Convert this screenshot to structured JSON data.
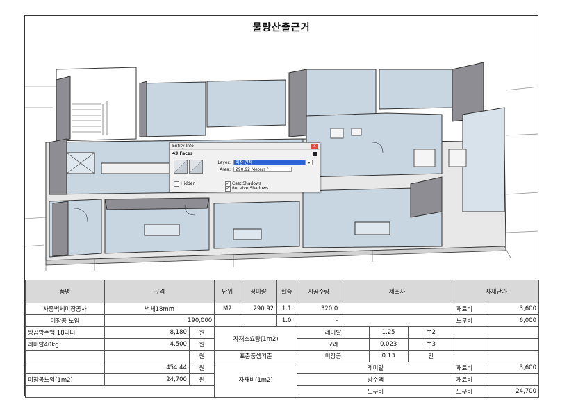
{
  "title": "물량산출근거",
  "entity_info": {
    "window_title": "Entity Info",
    "faces": "43 Faces",
    "layer_label": "Layer:",
    "layer_value": "미장 면적",
    "area_label": "Area:",
    "area_value": "290.92 Meters ²",
    "hidden_label": "Hidden",
    "cast_shadows": "Cast Shadows",
    "receive_shadows": "Receive Shadows",
    "close_glyph": "x"
  },
  "table": {
    "headers": {
      "name": "품명",
      "spec": "규격",
      "unit": "단위",
      "net_qty": "정미량",
      "markup": "할증",
      "work_qty": "시공수량",
      "maker": "제조사",
      "unit_price": "자재단가"
    },
    "rows": [
      {
        "name": "사중벽체미장공사",
        "spec": "벽체18mm",
        "unit": "M2",
        "net_qty": "290.92",
        "markup": "1.1",
        "work_qty": "320.0",
        "p_label": "재료비",
        "p_value": "3,600"
      },
      {
        "name": "미장공 노임",
        "spec_value": "190,000",
        "markup": "1.0",
        "work_qty": "-",
        "p_label": "노무비",
        "p_value": "6,000"
      },
      {
        "name": "쌍곰방수액 18리터",
        "spec_value": "8,180",
        "spec_unit": "원",
        "mat_a": "레미탈",
        "mat_b": "1.25",
        "mat_c": "m2"
      },
      {
        "name": "레미탈40kg",
        "spec_value": "4,500",
        "spec_unit": "원",
        "mat_a": "모래",
        "mat_b": "0.023",
        "mat_c": "m3"
      },
      {
        "spec_unit": "원",
        "mat_a": "미장공",
        "mat_b": "0.13",
        "mat_c": "인"
      },
      {
        "spec_value": "454.44",
        "spec_unit": "원",
        "wide": "레미탈",
        "p_label": "재료비",
        "p_value": "3,600"
      },
      {
        "name": "미장공노임(1m2)",
        "spec_value": "24,700",
        "spec_unit": "원",
        "wide": "방수액",
        "p_label": "재료비"
      },
      {
        "wide": "노무비",
        "p_label": "노무비",
        "p_value": "24,700"
      }
    ],
    "merged": {
      "material_qty": "자재소요량(1m2)",
      "standard": "표준품셈기준",
      "material_cost": "자재비(1m2)"
    }
  }
}
